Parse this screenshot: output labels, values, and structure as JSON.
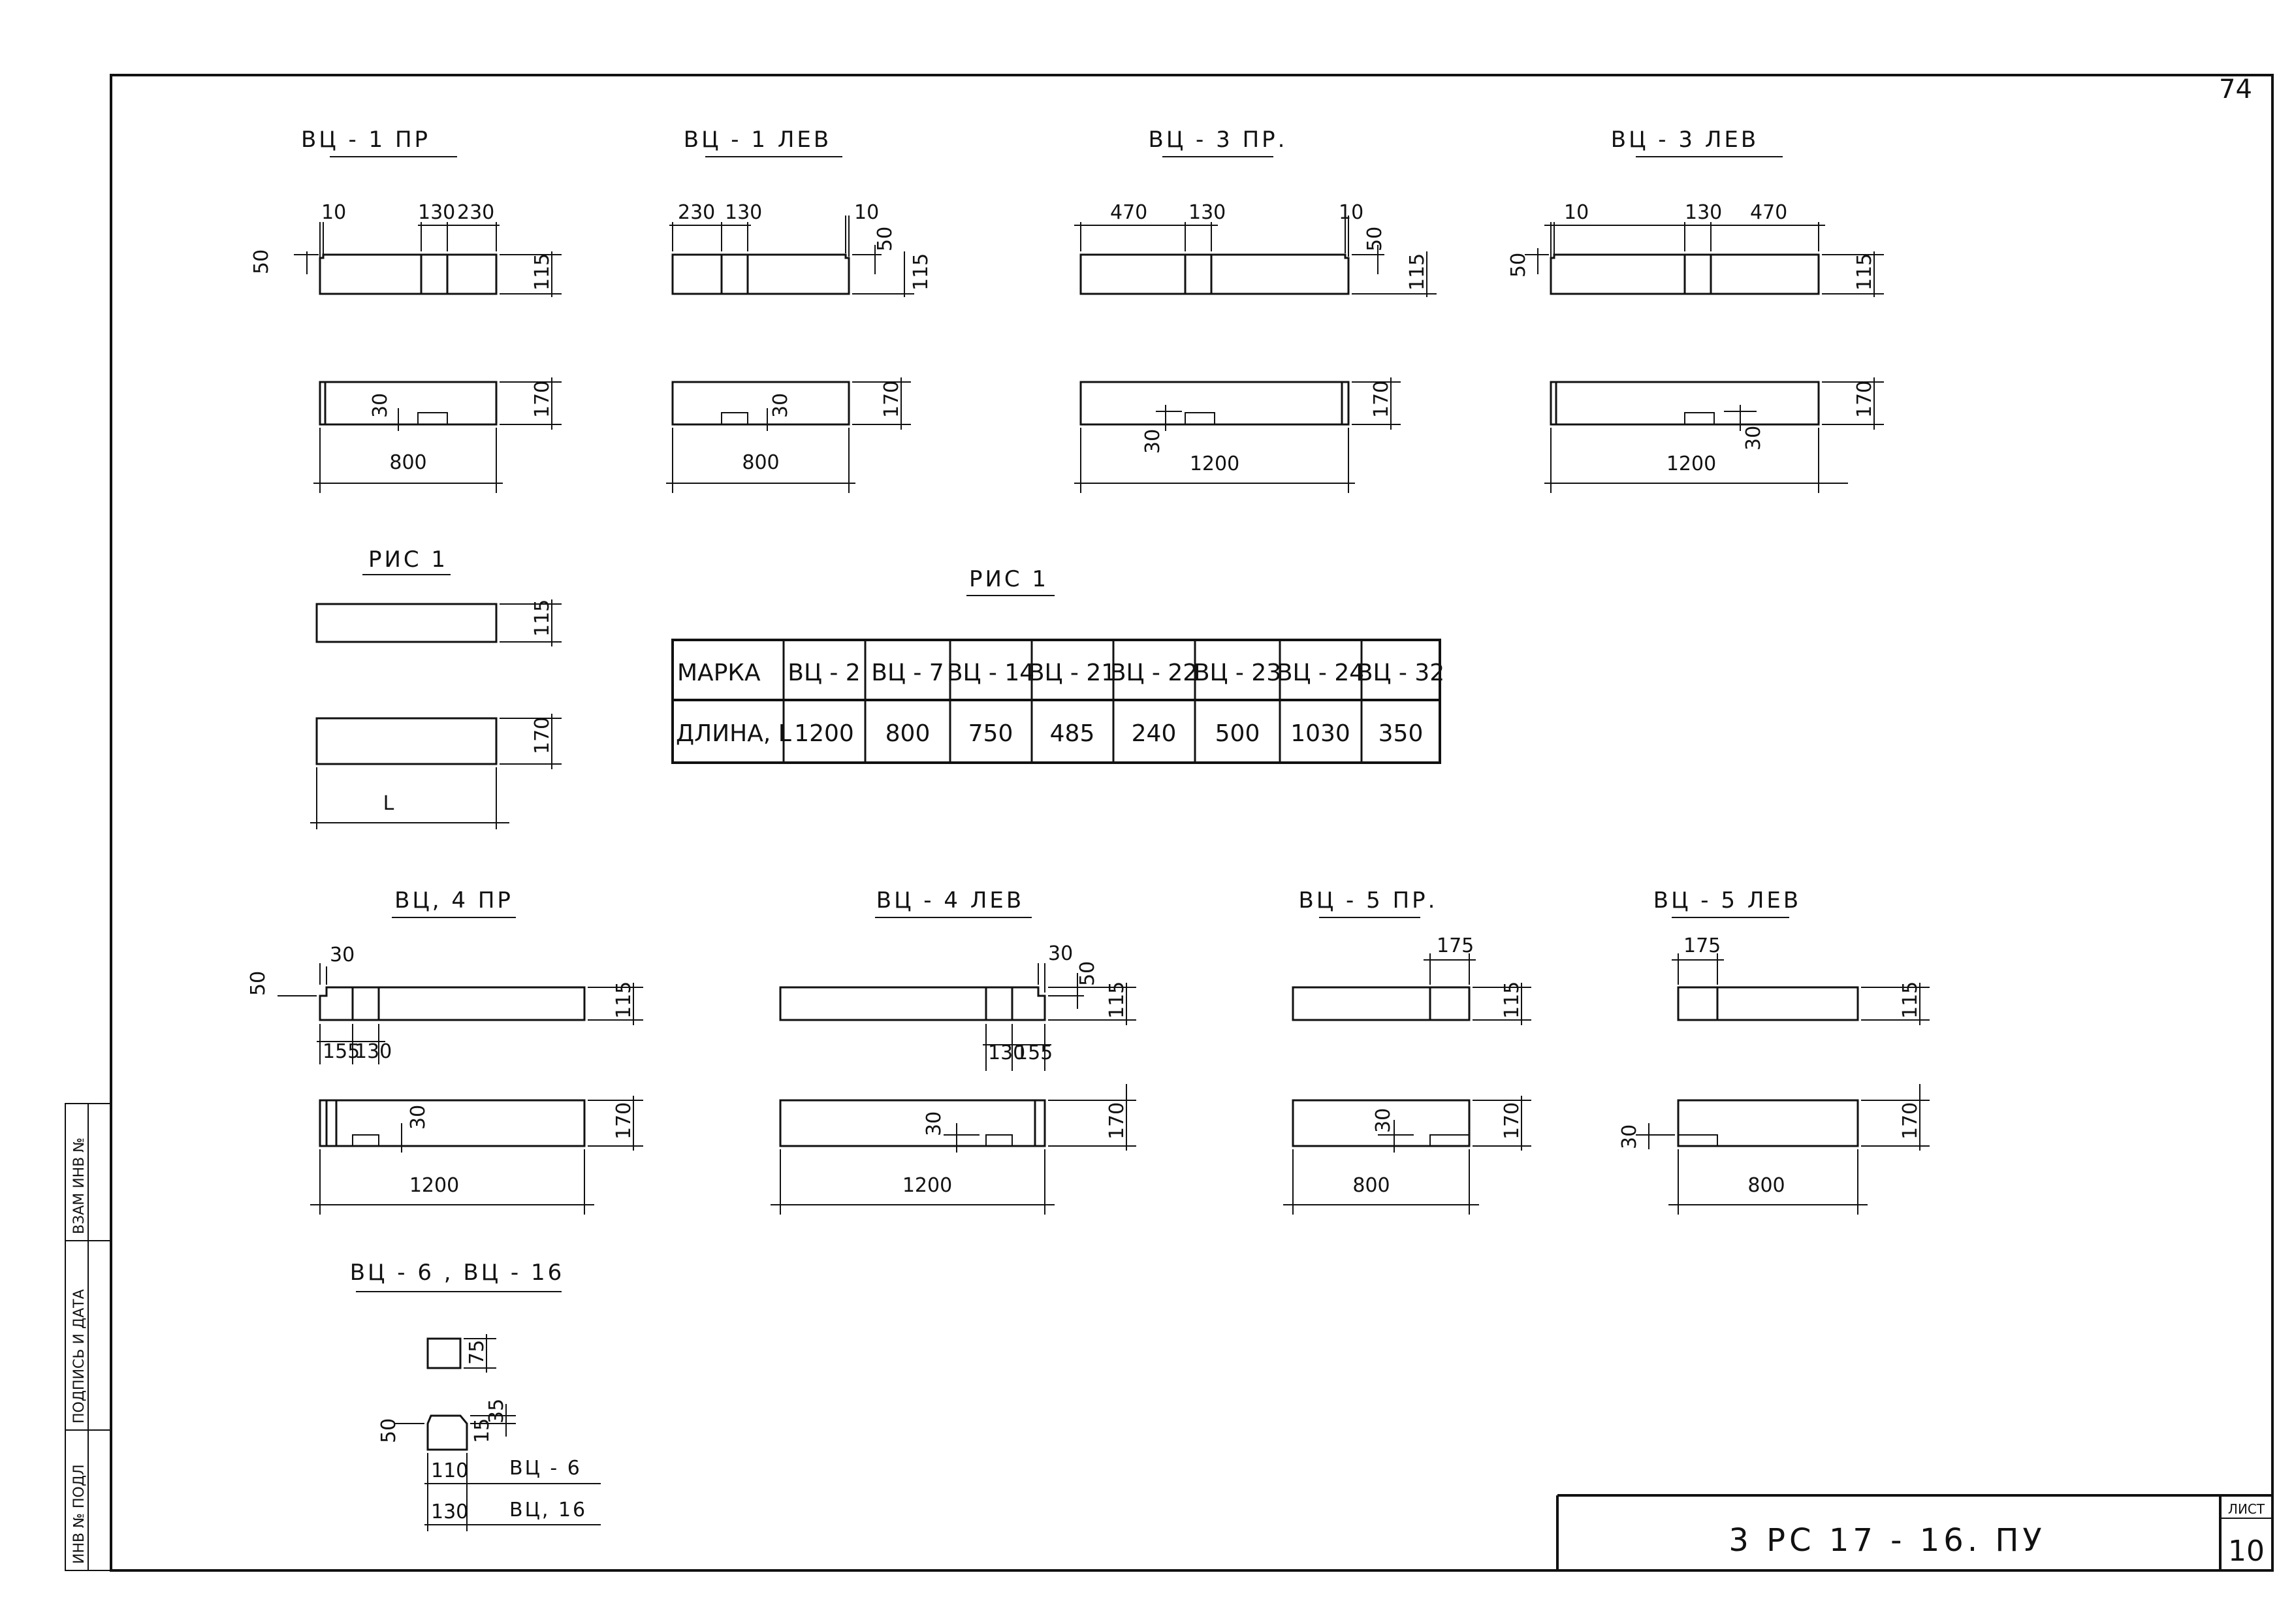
{
  "sheet": {
    "page_number": "74",
    "doc_code": "3 PC 17 - 16. ПУ",
    "sheet_label": "ЛИСТ",
    "sheet_number": "10",
    "side_stamp": [
      "ИНВ № ПОДЛ",
      "ПОДПИСЬ И ДАТА",
      "ВЗАМ ИНВ №"
    ]
  },
  "parts": {
    "p1pr": {
      "title": "ВЦ - 1 ПР",
      "d_notch": "10",
      "d_a": "130",
      "d_b": "230",
      "d_h": "115",
      "d_depth": "50",
      "d_w": "170",
      "d_cut": "30",
      "d_len": "800"
    },
    "p1lev": {
      "title": "ВЦ - 1 ЛЕВ",
      "d_a": "230",
      "d_b": "130",
      "d_notch": "10",
      "d_depth": "50",
      "d_h": "115",
      "d_w": "170",
      "d_cut": "30",
      "d_len": "800"
    },
    "p3pr": {
      "title": "ВЦ - 3 ПР.",
      "d_a": "470",
      "d_b": "130",
      "d_notch": "10",
      "d_depth": "50",
      "d_h": "115",
      "d_w": "170",
      "d_cut": "30",
      "d_len": "1200"
    },
    "p3lev": {
      "title": "ВЦ - 3 ЛЕВ",
      "d_notch": "10",
      "d_a": "130",
      "d_b": "470",
      "d_depth": "50",
      "d_h": "115",
      "d_w": "170",
      "d_cut": "30",
      "d_len": "1200"
    },
    "ris1": {
      "title": "РИС 1",
      "d_h": "115",
      "d_w": "170",
      "d_len": "L"
    },
    "p4pr": {
      "title": "ВЦ, 4 ПР",
      "d_notch": "30",
      "d_depth": "50",
      "d_a": "155",
      "d_b": "130",
      "d_h": "115",
      "d_w": "170",
      "d_cut": "30",
      "d_len": "1200"
    },
    "p4lev": {
      "title": "ВЦ - 4 ЛЕВ",
      "d_notch": "30",
      "d_depth": "50",
      "d_a": "130",
      "d_b": "155",
      "d_h": "115",
      "d_w": "170",
      "d_cut": "30",
      "d_len": "1200"
    },
    "p5pr": {
      "title": "ВЦ - 5 ПР.",
      "d_a": "175",
      "d_h": "115",
      "d_w": "170",
      "d_cut": "30",
      "d_len": "800"
    },
    "p5lev": {
      "title": "ВЦ - 5 ЛЕВ",
      "d_a": "175",
      "d_h": "115",
      "d_w": "170",
      "d_cut": "30",
      "d_len": "800"
    },
    "p6": {
      "title": "ВЦ - 6 ,  ВЦ - 16",
      "d_small": "75",
      "d_depth": "50",
      "d_15": "15",
      "d_35": "35",
      "d_110": "110",
      "d_130": "130",
      "label6": "ВЦ - 6",
      "label16": "ВЦ, 16"
    }
  },
  "table": {
    "caption": "РИС 1",
    "row_headers": [
      "МАРКА",
      "ДЛИНА, L"
    ],
    "marks": [
      "ВЦ - 2",
      "ВЦ - 7",
      "ВЦ - 14",
      "ВЦ - 21",
      "ВЦ - 22",
      "ВЦ - 23",
      "ВЦ - 24",
      "ВЦ - 32"
    ],
    "lengths": [
      "1200",
      "800",
      "750",
      "485",
      "240",
      "500",
      "1030",
      "350"
    ]
  }
}
